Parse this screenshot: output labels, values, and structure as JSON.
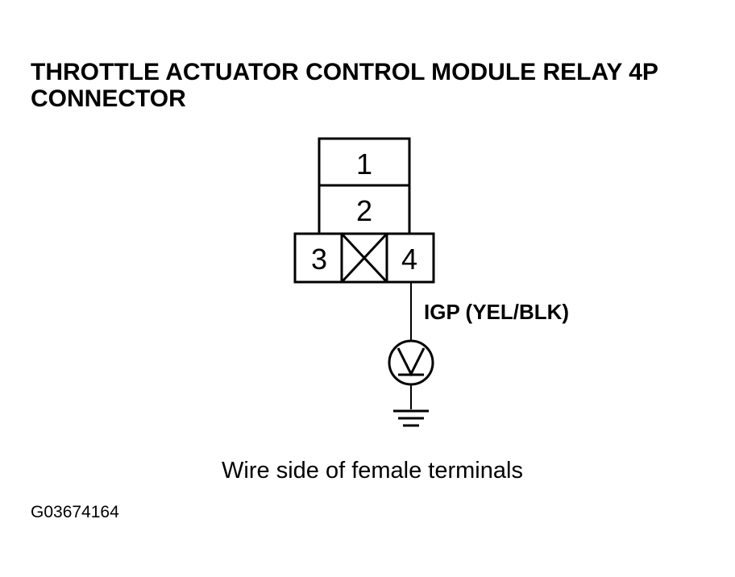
{
  "title": {
    "line1": "THROTTLE ACTUATOR CONTROL MODULE RELAY 4P",
    "line2": "CONNECTOR"
  },
  "connector": {
    "pins": [
      {
        "number": "1"
      },
      {
        "number": "2"
      },
      {
        "number": "3"
      },
      {
        "number": "4"
      }
    ],
    "unused_cavity_icon": "x-cross-icon"
  },
  "wire": {
    "label": "IGP (YEL/BLK)",
    "meter_icon": "voltmeter-icon",
    "ground_icon": "ground-icon"
  },
  "caption": "Wire side of female terminals",
  "figure_id": "G03674164",
  "colors": {
    "ink": "#000000",
    "background": "#ffffff"
  }
}
